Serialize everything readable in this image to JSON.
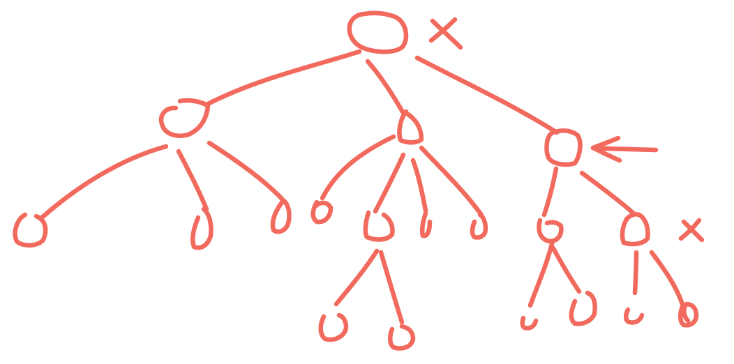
{
  "diagram": {
    "kind": "hand-drawn tree",
    "stroke_color": "#f26a5d",
    "background_color": "#ffffff",
    "depth_levels": 4,
    "nodes": [
      {
        "id": "root",
        "label": "",
        "parent": null,
        "mark": "cross"
      },
      {
        "id": "l1-left",
        "label": "",
        "parent": "root"
      },
      {
        "id": "l1-middle",
        "label": "",
        "parent": "root"
      },
      {
        "id": "l1-right",
        "label": "",
        "parent": "root",
        "mark": "arrow"
      },
      {
        "id": "l2-a",
        "label": "",
        "parent": "l1-left"
      },
      {
        "id": "l2-b",
        "label": "",
        "parent": "l1-left"
      },
      {
        "id": "l2-c",
        "label": "",
        "parent": "l1-left"
      },
      {
        "id": "l2-d",
        "label": "",
        "parent": "l1-middle"
      },
      {
        "id": "l2-e",
        "label": "",
        "parent": "l1-middle"
      },
      {
        "id": "l2-f",
        "label": "",
        "parent": "l1-middle"
      },
      {
        "id": "l2-g",
        "label": "",
        "parent": "l1-middle"
      },
      {
        "id": "l2-h",
        "label": "",
        "parent": "l1-right"
      },
      {
        "id": "l2-i",
        "label": "",
        "parent": "l1-right",
        "mark": "cross"
      },
      {
        "id": "l3-a",
        "label": "",
        "parent": "l2-e"
      },
      {
        "id": "l3-b",
        "label": "",
        "parent": "l2-e"
      },
      {
        "id": "l3-c",
        "label": "",
        "parent": "l2-h"
      },
      {
        "id": "l3-d",
        "label": "",
        "parent": "l2-h"
      },
      {
        "id": "l3-e",
        "label": "",
        "parent": "l2-i"
      },
      {
        "id": "l3-f",
        "label": "",
        "parent": "l2-i"
      }
    ],
    "marks": [
      {
        "type": "cross",
        "target": "root",
        "icon": "cross-mark-icon"
      },
      {
        "type": "arrow",
        "target": "l1-right",
        "direction": "left",
        "icon": "arrow-left-icon"
      },
      {
        "type": "cross",
        "target": "l2-i",
        "icon": "cross-mark-icon"
      }
    ]
  }
}
